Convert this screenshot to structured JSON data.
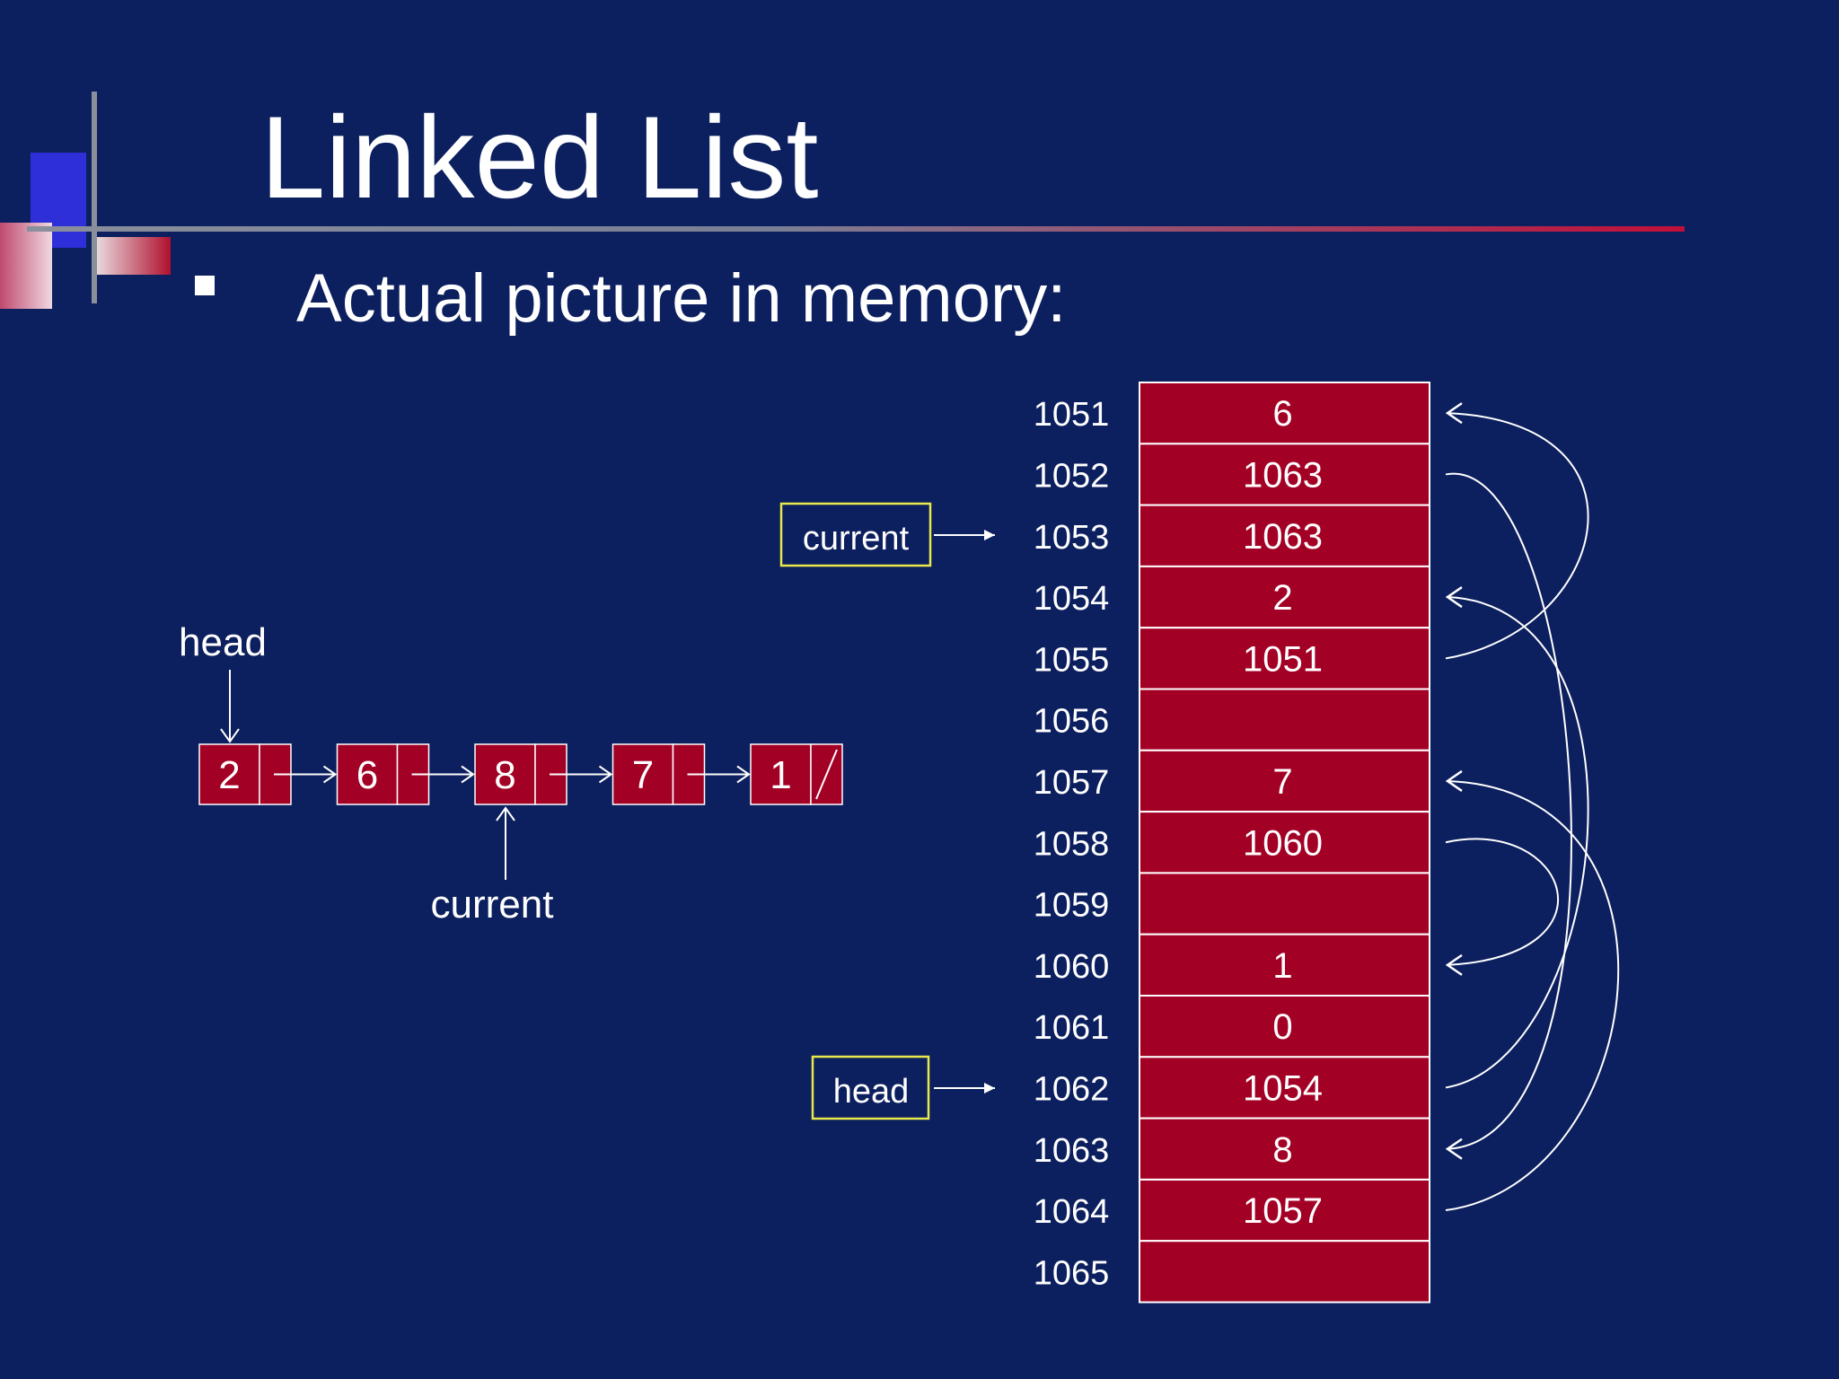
{
  "slide": {
    "title": "Linked List",
    "bullet": "Actual picture in memory:"
  },
  "logical_list": {
    "head_label": "head",
    "current_label": "current",
    "nodes": [
      "2",
      "6",
      "8",
      "7",
      "1"
    ],
    "current_index": 2
  },
  "memory": {
    "rows": [
      {
        "address": "1051",
        "value": "6"
      },
      {
        "address": "1052",
        "value": "1063"
      },
      {
        "address": "1053",
        "value": "1063"
      },
      {
        "address": "1054",
        "value": "2"
      },
      {
        "address": "1055",
        "value": "1051"
      },
      {
        "address": "1056",
        "value": ""
      },
      {
        "address": "1057",
        "value": "7"
      },
      {
        "address": "1058",
        "value": "1060"
      },
      {
        "address": "1059",
        "value": ""
      },
      {
        "address": "1060",
        "value": "1"
      },
      {
        "address": "1061",
        "value": "0"
      },
      {
        "address": "1062",
        "value": "1054"
      },
      {
        "address": "1063",
        "value": "8"
      },
      {
        "address": "1064",
        "value": "1057"
      },
      {
        "address": "1065",
        "value": ""
      }
    ],
    "pointers": [
      {
        "label": "current",
        "address": "1053"
      },
      {
        "label": "head",
        "address": "1062"
      }
    ],
    "links": [
      {
        "from": "1052",
        "to": "1063"
      },
      {
        "from": "1055",
        "to": "1051"
      },
      {
        "from": "1058",
        "to": "1060"
      },
      {
        "from": "1062",
        "to": "1054"
      },
      {
        "from": "1064",
        "to": "1057"
      }
    ]
  },
  "colors": {
    "background": "#0c1f5e",
    "cell_fill": "#a30025",
    "pointer_box_border": "#e8e84a",
    "text": "#ffffff"
  }
}
